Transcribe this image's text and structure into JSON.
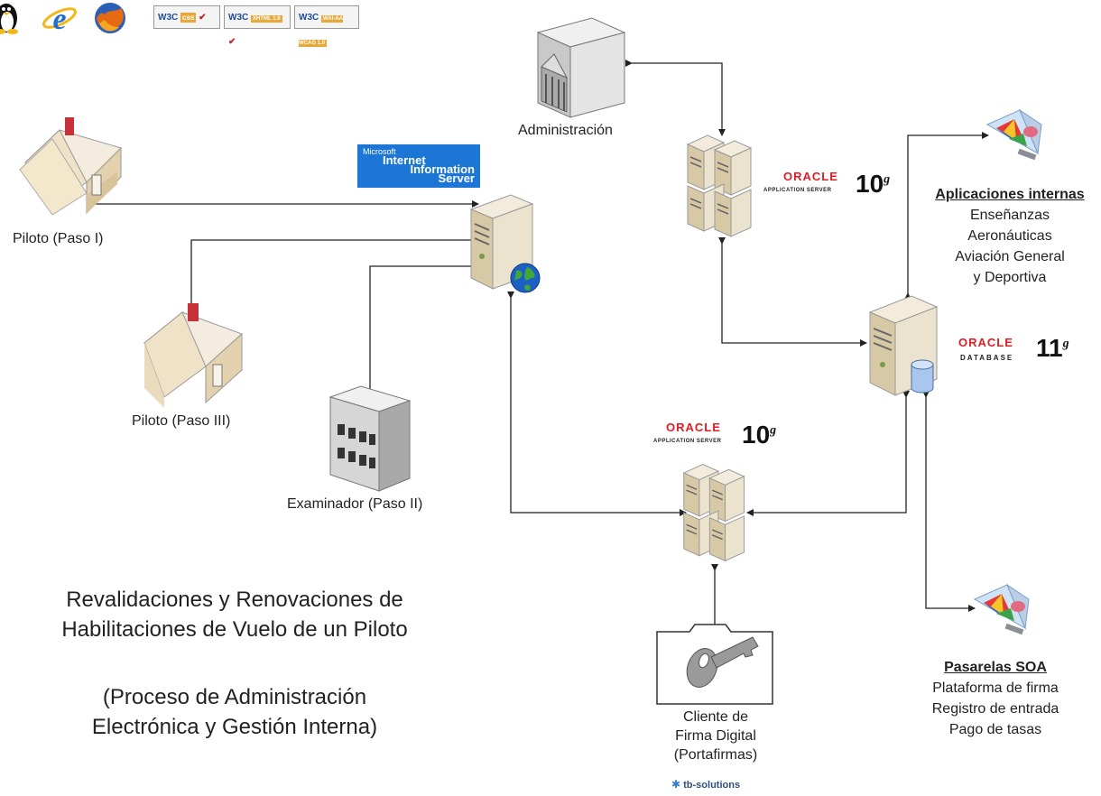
{
  "header_badges": {
    "css": {
      "org": "W3C",
      "tag": "css"
    },
    "xhtml": {
      "org": "W3C",
      "tag": "XHTML 1.0"
    },
    "wcag": {
      "org": "W3C",
      "tag": "WAI-AA WCAG 1.0"
    }
  },
  "nodes": {
    "administracion": "Administración",
    "piloto_paso1": "Piloto (Paso I)",
    "piloto_paso3": "Piloto (Paso III)",
    "examinador": "Examinador (Paso II)",
    "cliente_firma": [
      "Cliente de",
      "Firma Digital",
      "(Portafirmas)"
    ]
  },
  "iis_logo": {
    "line1": "Microsoft",
    "line2": "Internet",
    "line3": "Information",
    "line4": "Server"
  },
  "oracle_as_top": {
    "brand": "ORACLE",
    "product": "APPLICATION SERVER",
    "version": "10",
    "suffix": "g"
  },
  "oracle_as_bottom": {
    "brand": "ORACLE",
    "product": "APPLICATION SERVER",
    "version": "10",
    "suffix": "g"
  },
  "oracle_db": {
    "brand": "ORACLE",
    "product": "DATABASE",
    "version": "11",
    "suffix": "g"
  },
  "aplicaciones": {
    "heading": "Aplicaciones internas",
    "items": [
      "Enseñanzas",
      "Aeronáuticas",
      "Aviación General",
      "y Deportiva"
    ]
  },
  "pasarelas": {
    "heading": "Pasarelas SOA",
    "items": [
      "Plataforma de firma",
      "Registro de entrada",
      "Pago de tasas"
    ]
  },
  "title": {
    "line1": "Revalidaciones y Renovaciones de",
    "line2": "Habilitaciones de Vuelo de un Piloto",
    "line3": "(Proceso de Administración",
    "line4": "Electrónica y Gestión Interna)"
  },
  "footer_logo": "tb-solutions",
  "icons": [
    "linux-penguin-icon",
    "internet-explorer-icon",
    "firefox-icon",
    "house-icon",
    "web-server-icon",
    "globe-icon",
    "server-cluster-icon",
    "database-server-icon",
    "database-cylinder-icon",
    "government-building-icon",
    "office-building-icon",
    "folder-key-icon",
    "application-prism-icon"
  ],
  "colors": {
    "house_wall": "#f2e1bf",
    "server": "#ece3cf",
    "oracle_red": "#e31b23",
    "iis_blue": "#1b76d6",
    "line": "#222222"
  }
}
